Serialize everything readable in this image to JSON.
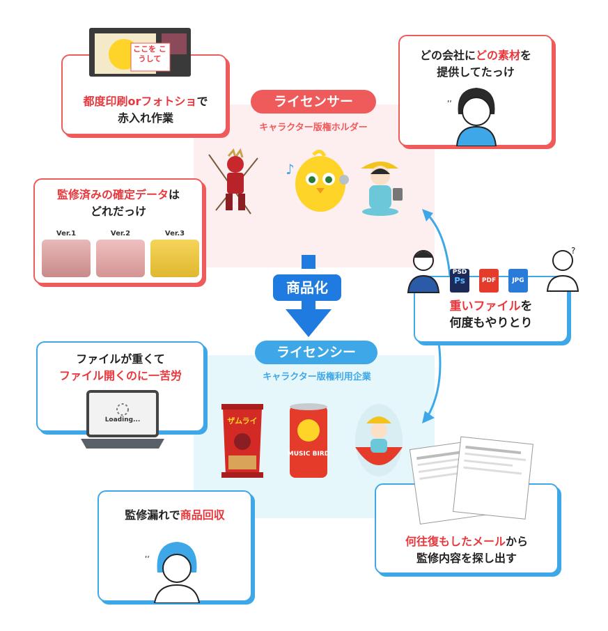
{
  "licensor": {
    "pill": "ライセンサー",
    "sub": "キャラクター版権ホルダー"
  },
  "licensee": {
    "pill": "ライセンシー",
    "sub": "キャラクター版権利用企業"
  },
  "arrow_label": "商品化",
  "cards": {
    "print_photoshop": {
      "p1": "都度印刷orフォトショ",
      "p2": "で",
      "line2": "赤入れ作業",
      "sticky": "ここを こうして"
    },
    "which_material": {
      "p1": "どの会社に",
      "p2": "どの素材",
      "p3": "を",
      "line2": "提供してたっけ"
    },
    "approved_data": {
      "p1": "監修済みの確定データ",
      "p2": "は",
      "line2": "どれだっけ",
      "versions": [
        "Ver.1",
        "Ver.2",
        "Ver.3"
      ]
    },
    "heavy_files": {
      "p1": "重いファイル",
      "p2": "を",
      "line2": "何度もやりとり",
      "file_types": [
        "PSD",
        "PDF",
        "JPG"
      ]
    },
    "slow_open": {
      "line1": "ファイルが重くて",
      "line2": "ファイル開くのに一苦労",
      "loading": "Loading..."
    },
    "recall": {
      "p1": "監修漏れで",
      "p2": "商品回収"
    },
    "email_search": {
      "p1": "何往復もしたメール",
      "p2": "から",
      "line2": "監修内容を探し出す"
    }
  },
  "products": {
    "can_text": "MUSIC BIRD",
    "snack_text": "ザムライ"
  },
  "colors": {
    "red": "#ef5a5a",
    "blue": "#3ea7e8",
    "arrow": "#1f7be0"
  }
}
